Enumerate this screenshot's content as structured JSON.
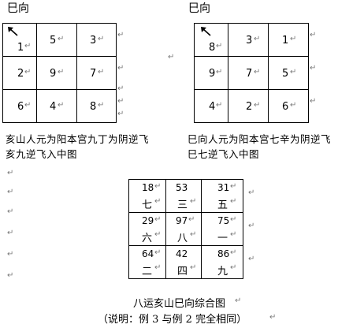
{
  "left_chart": {
    "title": "巳向",
    "arrow_icon": "arrow-up-left",
    "cells": [
      "1",
      "5",
      "3",
      "2",
      "9",
      "7",
      "6",
      "4",
      "8"
    ],
    "desc_line1": "亥山人元为阳本宫九丁为阴逆飞",
    "desc_line2": "亥九逆飞入中图"
  },
  "right_chart": {
    "title": "巳向",
    "arrow_icon": "arrow-up-left",
    "cells": [
      "8",
      "3",
      "1",
      "9",
      "7",
      "5",
      "4",
      "2",
      "6"
    ],
    "desc_line1": "巳向人元为阳本宫七辛为阴逆飞",
    "desc_line2": "巳七逆飞入中图"
  },
  "combined_chart": {
    "cells": [
      {
        "top": "18",
        "star": "七"
      },
      {
        "top": "53",
        "star": "三"
      },
      {
        "top": "31",
        "star": "五"
      },
      {
        "top": "29",
        "star": "六"
      },
      {
        "top": "97",
        "star": "八"
      },
      {
        "top": "75",
        "star": "一"
      },
      {
        "top": "64",
        "star": "二"
      },
      {
        "top": "42",
        "star": "四"
      },
      {
        "top": "86",
        "star": "九"
      }
    ],
    "caption": "八运亥山巳向综合图",
    "note": "（说明：例 3 与例 2 完全相同）"
  },
  "paragraph_mark": "↵"
}
